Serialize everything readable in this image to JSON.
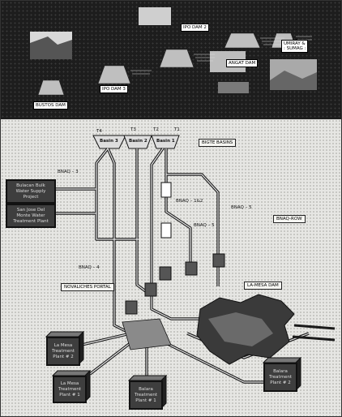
{
  "dams": {
    "ipo_dam_2": "IPO DAM 2",
    "umiray": "UMIRAY &\n: SUMAG :",
    "angat_dam": "ANGAT DAM",
    "ipo_dam_3": "IPO DAM 3",
    "bustos_dam": "BUSTOS DAM"
  },
  "basins": {
    "labels": [
      "Basin 3",
      "Basin 2",
      "Basin 1"
    ],
    "tunnels": [
      "T4",
      "T3",
      "T2",
      "T1"
    ],
    "group_label": "BIGTE BASINS"
  },
  "aqueducts": {
    "bnaq3": "BNAQ – 3",
    "bnaq12": "BNAQ – 1&2",
    "bnaq5": "BNAQ – 5",
    "bnaq5b": "BNAQ – 5",
    "bnaq4": "BNAQ – 4",
    "bnaq_row": "BNAQ-ROW"
  },
  "facilities": {
    "bulacan": "Bulacan Bulk\nWater Supply\nProject",
    "sanjose": "San Jose Del\nMonte Water\nTreatment Plant",
    "novaliches": "NOVALICHES PORTAL",
    "lamesa_dam": "LA-MESA DAM",
    "lamesa_tp2": "La Mesa\nTreatment\nPlant # 2",
    "lamesa_tp1": "La Mesa\nTreatment\nPlant # 1",
    "balara_tp1": "Balara\nTreatment\nPlant # 1",
    "balara_tp2": "Balara\nTreatment\nPlant # 2"
  }
}
